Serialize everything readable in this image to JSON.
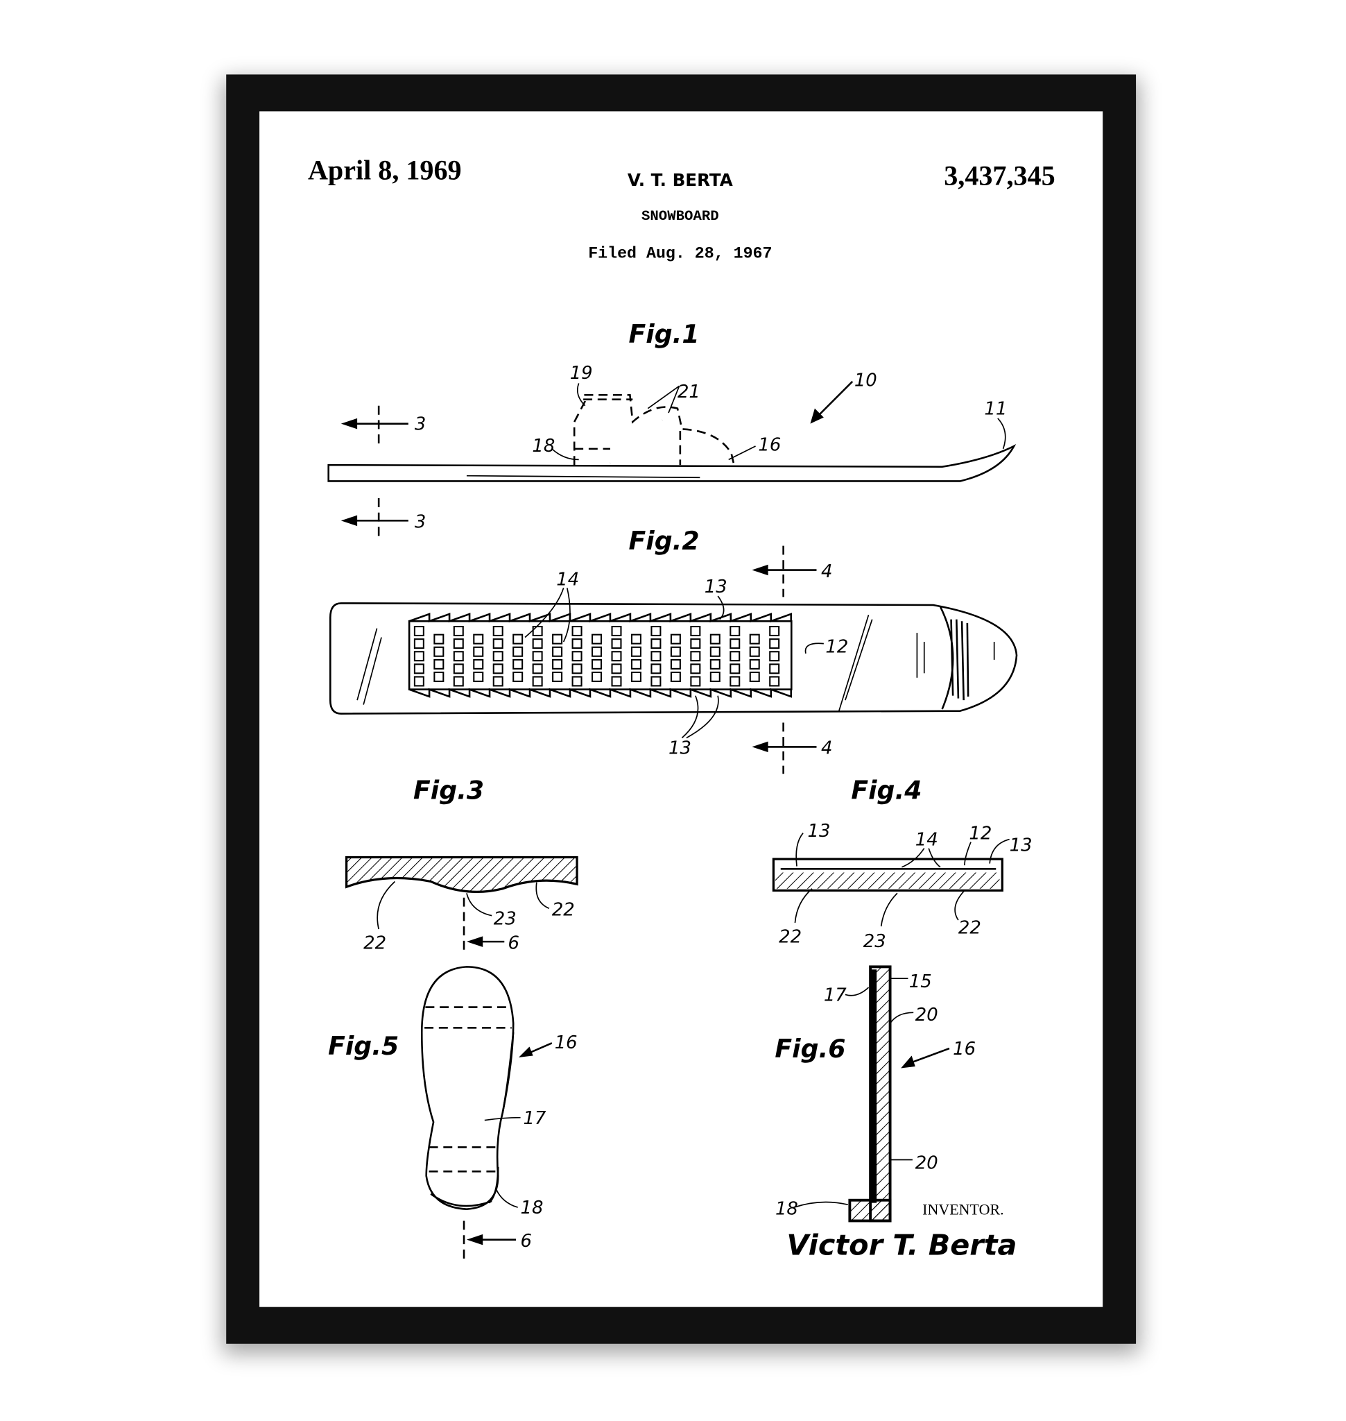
{
  "header": {
    "date": "April 8, 1969",
    "inventor_short": "V. T. BERTA",
    "title": "SNOWBOARD",
    "filed": "Filed Aug. 28, 1967",
    "patent_number": "3,437,345"
  },
  "figures": {
    "fig1": {
      "label": "Fig.1",
      "refs": {
        "r19": "19",
        "r21": "21",
        "r10": "10",
        "r11": "11",
        "r18": "18",
        "r16": "16"
      },
      "section": "3"
    },
    "fig2": {
      "label": "Fig.2",
      "refs": {
        "r14": "14",
        "r13a": "13",
        "r12": "12",
        "r13b": "13"
      },
      "section": "4"
    },
    "fig3": {
      "label": "Fig.3",
      "refs": {
        "r22a": "22",
        "r23": "23",
        "r22b": "22"
      }
    },
    "fig4": {
      "label": "Fig.4",
      "refs": {
        "r13a": "13",
        "r14": "14",
        "r12": "12",
        "r13b": "13",
        "r22a": "22",
        "r23": "23",
        "r22b": "22"
      }
    },
    "fig5": {
      "label": "Fig.5",
      "refs": {
        "r16": "16",
        "r17": "17",
        "r18": "18"
      },
      "section": "6"
    },
    "fig6": {
      "label": "Fig.6",
      "refs": {
        "r17": "17",
        "r15": "15",
        "r20a": "20",
        "r16": "16",
        "r20b": "20",
        "r18": "18"
      }
    }
  },
  "inventor": {
    "caption": "INVENTOR.",
    "name": "Victor T. Berta"
  },
  "colors": {
    "frame": "#111111",
    "paper": "#ffffff",
    "ink": "#000000"
  }
}
